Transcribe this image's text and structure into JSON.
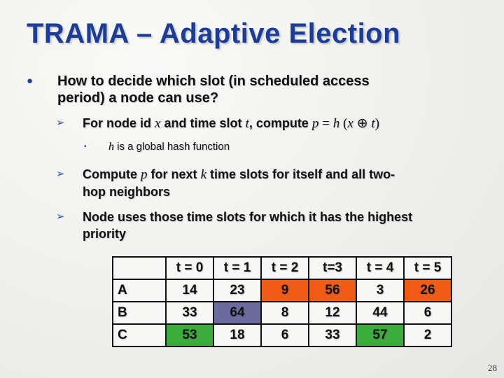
{
  "title": "TRAMA – Adaptive Election",
  "page_number": "28",
  "markers": {
    "l1": "●",
    "l2": "➢",
    "l3": "▪"
  },
  "bullets": [
    {
      "level": 1,
      "lines": [
        [
          {
            "t": "How to decide which slot (in scheduled access"
          }
        ],
        [
          {
            "t": "period) a node can use?"
          }
        ]
      ]
    },
    {
      "level": 2,
      "lines": [
        [
          {
            "t": "For node id "
          },
          {
            "t": "x",
            "s": "vi"
          },
          {
            "t": " and time slot "
          },
          {
            "t": "t",
            "s": "vi"
          },
          {
            "t": ", compute "
          },
          {
            "t": "p",
            "s": "vi"
          },
          {
            "t": " = ",
            "s": "v"
          },
          {
            "t": "h",
            "s": "vi"
          },
          {
            "t": " (",
            "s": "v"
          },
          {
            "t": "x",
            "s": "vi"
          },
          {
            "t": " ⊕ ",
            "s": "v"
          },
          {
            "t": "t",
            "s": "vi"
          },
          {
            "t": ")",
            "s": "v"
          }
        ]
      ]
    },
    {
      "level": 3,
      "lines": [
        [
          {
            "t": "h",
            "s": "vi"
          },
          {
            "t": " is a global hash function"
          }
        ]
      ]
    },
    {
      "level": 2,
      "lines": [
        [
          {
            "t": "Compute "
          },
          {
            "t": "p",
            "s": "vi"
          },
          {
            "t": " for next "
          },
          {
            "t": "k",
            "s": "vi"
          },
          {
            "t": " time slots for itself and all two-"
          }
        ],
        [
          {
            "t": "hop neighbors"
          }
        ]
      ]
    },
    {
      "level": 2,
      "lines": [
        [
          {
            "t": "Node uses those time slots for which it has the highest"
          }
        ],
        [
          {
            "t": "priority"
          }
        ]
      ]
    }
  ],
  "table": {
    "headers": [
      "",
      "t = 0",
      "t = 1",
      "t = 2",
      "t=3",
      "t = 4",
      "t = 5"
    ],
    "rows": [
      {
        "label": "A",
        "cells": [
          {
            "v": "14"
          },
          {
            "v": "23"
          },
          {
            "v": "9",
            "bg": "orange"
          },
          {
            "v": "56",
            "bg": "orange"
          },
          {
            "v": "3"
          },
          {
            "v": "26",
            "bg": "orange"
          }
        ]
      },
      {
        "label": "B",
        "cells": [
          {
            "v": "33"
          },
          {
            "v": "64",
            "bg": "purple"
          },
          {
            "v": "8"
          },
          {
            "v": "12"
          },
          {
            "v": "44"
          },
          {
            "v": "6"
          }
        ]
      },
      {
        "label": "C",
        "cells": [
          {
            "v": "53",
            "bg": "green"
          },
          {
            "v": "18"
          },
          {
            "v": "6"
          },
          {
            "v": "33"
          },
          {
            "v": "57",
            "bg": "green"
          },
          {
            "v": "2"
          }
        ]
      }
    ]
  },
  "colors": {
    "orange": "#F25B16",
    "purple": "#6B6C9D",
    "green": "#3CAC3C",
    "title_blue": "#1B3D96",
    "bullet_blue": "#2B579A"
  }
}
